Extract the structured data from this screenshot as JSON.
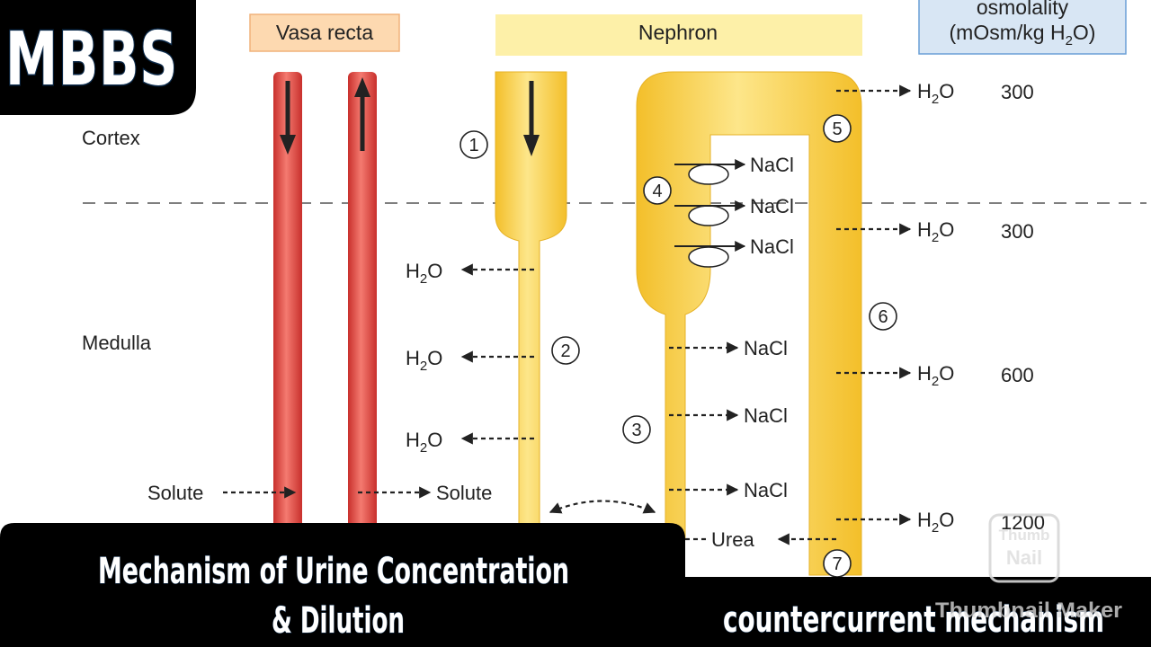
{
  "headers": {
    "vasa_recta": "Vasa recta",
    "nephron": "Nephron",
    "osmolality_line1": "osmolality",
    "osmolality_line2": "(mOsm/kg H",
    "osmolality_sub": "2",
    "osmolality_tail": "O)"
  },
  "regions": {
    "cortex": "Cortex",
    "medulla": "Medulla"
  },
  "water": {
    "h": "H",
    "sub": "2",
    "o": "O"
  },
  "nacl": "NaCl",
  "solute": "Solute",
  "urea": "Urea",
  "segments": [
    "1",
    "2",
    "3",
    "4",
    "5",
    "6",
    "7"
  ],
  "osmolality_values": [
    "300",
    "300",
    "600",
    "1200"
  ],
  "overlay": {
    "logo": "MBBS",
    "title_line1": "Mechanism of Urine Concentration",
    "title_line2": "& Dilution",
    "subtitle": "countercurrent mechanism",
    "watermark_badge_top": "Thumb",
    "watermark_badge_bottom": "Nail",
    "watermark_text": "Thumbnail Maker"
  },
  "colors": {
    "vessel_red": "#e8534e",
    "tubule_yellow": "#fbd45a",
    "header_orange": "#fdd9b0",
    "header_yellow": "#fdf0a8",
    "header_blue": "#d8e6f4",
    "banner_black": "#000000"
  }
}
